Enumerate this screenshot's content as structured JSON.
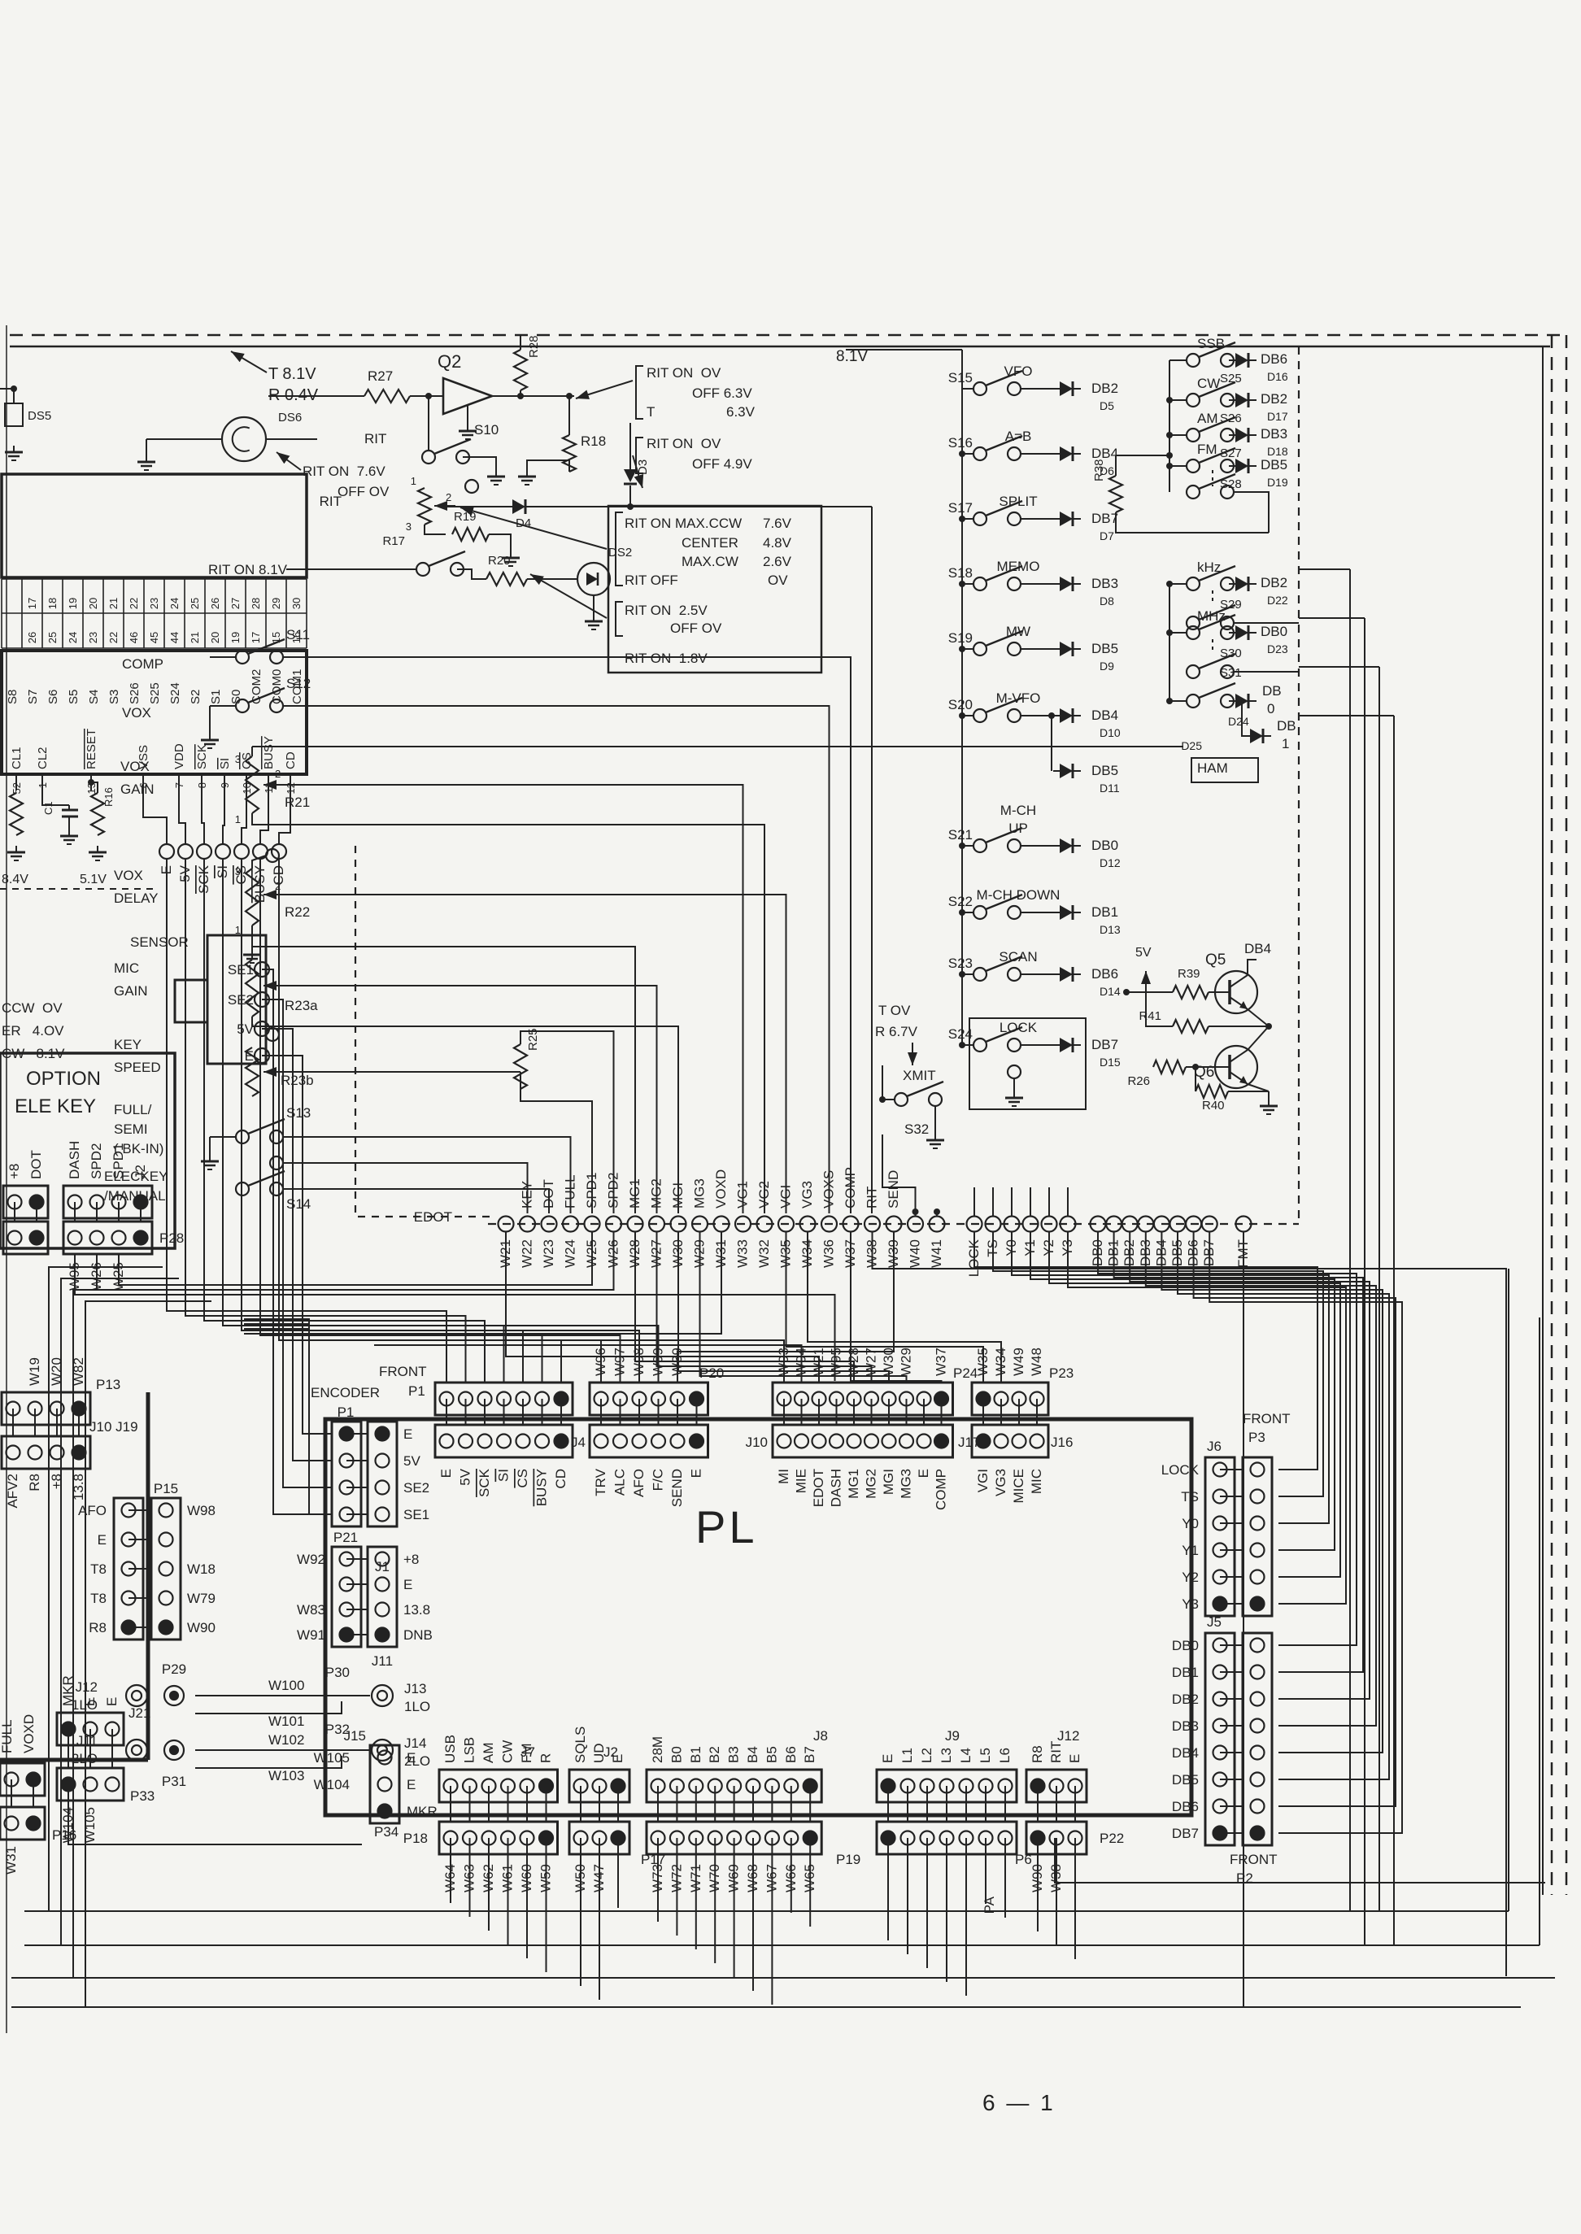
{
  "page": {
    "number": "6 — 1"
  },
  "board": {
    "label": "PL"
  },
  "colors": {
    "ink": "#222222",
    "paper": "#f4f4f1"
  },
  "overlined": [
    "SCK",
    "SI",
    "CS",
    "BUSY",
    "RESET"
  ],
  "annotations": {
    "tr": [
      "T 8.1V",
      "R 0.4V"
    ],
    "v81": "8.1V",
    "rit_on76": [
      "RIT ON  7.6V",
      "OFF OV"
    ],
    "rit_word": "RIT",
    "rit_pot_word": "RIT",
    "blk1": [
      "RIT ON  OV",
      "OFF 6.3V",
      "T",
      "6.3V"
    ],
    "blk2": [
      "RIT ON  OV",
      "OFF 4.9V"
    ],
    "blk3": [
      "RIT ON MAX.CCW",
      "7.6V",
      "CENTER",
      "4.8V",
      "MAX.CW",
      "2.6V",
      "RIT OFF",
      "OV"
    ],
    "blk4": [
      "RIT ON  2.5V",
      "OFF OV"
    ],
    "rit_on18": "RIT ON  1.8V",
    "rit_on81": "RIT ON 8.1V",
    "xmit_v": [
      "T OV",
      "R 6.7V"
    ],
    "xmit": "XMIT",
    "v5": "5V",
    "v84": "8.4V",
    "v51": "5.1V",
    "pot_scale": [
      "CCW  OV",
      "ER   4.OV",
      "CW   8.1V"
    ],
    "sensor": "SENSOR",
    "option": [
      "OPTION",
      "ELE KEY"
    ],
    "encoder": "ENCODER",
    "edot": "EDOT",
    "pa": "PA"
  },
  "refs": {
    "q2": "Q2",
    "r27": "R27",
    "r28": "R28",
    "s10": "S10",
    "r18": "R18",
    "d3": "D3",
    "r19": "R19",
    "r17": "R17",
    "d4": "D4",
    "r20": "R20",
    "ds2": "DS2",
    "ds5": "DS5",
    "ds6": "DS6",
    "r15": "R15",
    "c1": "C1",
    "r16": "R16",
    "r21": "R21",
    "r22": "R22",
    "r23a": "R23a",
    "r23b": "R23b",
    "r25": "R25",
    "s11": "S11",
    "s12": "S12",
    "s13": "S13",
    "s14": "S14",
    "s32": "S32",
    "r38": "R38",
    "q5": "Q5",
    "r39": "R39",
    "r41": "R41",
    "q6": "Q6",
    "r26": "R26",
    "r40": "R40"
  },
  "control_labels": {
    "comp": "COMP",
    "vox": "VOX",
    "vox_gain": [
      "VOX",
      "GAIN"
    ],
    "vox_delay": [
      "VOX",
      "DELAY"
    ],
    "mic_gain": [
      "MIC",
      "GAIN"
    ],
    "key_speed": [
      "KEY",
      "SPEED"
    ],
    "full_semi": [
      "FULL/",
      "SEMI",
      "( BK-IN)"
    ],
    "eleckey": [
      "ELECKEY",
      "/MANUAL"
    ],
    "pot_pins": [
      "1",
      "2",
      "3"
    ]
  },
  "bank_a": [
    {
      "label": [
        "VFO"
      ],
      "s": "S15",
      "out": [
        [
          "DB2",
          "D5"
        ]
      ]
    },
    {
      "label": [
        "A=B"
      ],
      "s": "S16",
      "out": [
        [
          "DB4",
          "D6"
        ]
      ]
    },
    {
      "label": [
        "SPLIT"
      ],
      "s": "S17",
      "out": [
        [
          "DB7",
          "D7"
        ]
      ]
    },
    {
      "label": [
        "MEMO"
      ],
      "s": "S18",
      "out": [
        [
          "DB3",
          "D8"
        ]
      ]
    },
    {
      "label": [
        "MW"
      ],
      "s": "S19",
      "out": [
        [
          "DB5",
          "D9"
        ]
      ]
    },
    {
      "label": [
        "M-VFO"
      ],
      "s": "S20",
      "out": [
        [
          "DB4",
          "D10"
        ],
        [
          "DB5",
          "D11"
        ]
      ]
    },
    {
      "label": [
        "M-CH",
        "UP"
      ],
      "s": "S21",
      "out": [
        [
          "DB0",
          "D12"
        ]
      ]
    },
    {
      "label": [
        "M-CH DOWN"
      ],
      "s": "S22",
      "out": [
        [
          "DB1",
          "D13"
        ]
      ]
    },
    {
      "label": [
        "SCAN"
      ],
      "s": "S23",
      "out": [
        [
          "DB6",
          "D14"
        ]
      ]
    },
    {
      "label": [
        "LOCK"
      ],
      "s": "S24",
      "out": [
        [
          "DB7",
          "D15"
        ]
      ]
    }
  ],
  "bank_b": [
    {
      "label": "SSB",
      "s": "S25",
      "db": "DB6",
      "d": "D16"
    },
    {
      "label": "CW",
      "s": "S26",
      "db": "DB2",
      "d": "D17"
    },
    {
      "label": "AM",
      "s": "S27",
      "db": "DB3",
      "d": "D18"
    },
    {
      "label": "FM",
      "s": "S28",
      "db": "DB5",
      "d": "D19"
    }
  ],
  "bank_c": [
    {
      "label": "kHz",
      "s": "S29",
      "db": "DB2",
      "d": "D22"
    },
    {
      "label": "MHz",
      "s": "S30",
      "db": "DB0",
      "d": "D23"
    }
  ],
  "ham": {
    "label": "HAM",
    "s": "S31",
    "out": [
      [
        "DB",
        "0",
        "D24"
      ],
      [
        "DB",
        "1",
        "D25"
      ]
    ],
    "db4": "DB4"
  },
  "bus_left": {
    "signals": [
      "EDOT",
      "KEY",
      "DOT",
      "FULL",
      "SPD1",
      "SPD2",
      "MG1",
      "MG2",
      "MGI",
      "MG3",
      "VOXD",
      "VG1",
      "VG2",
      "VGI",
      "VG3",
      "VOXS",
      "COMP",
      "RIT",
      "SEND"
    ],
    "wires": [
      "W21",
      "W22",
      "W23",
      "W24",
      "W25",
      "W26",
      "W28",
      "W27",
      "W30",
      "W29",
      "W31",
      "W33",
      "W32",
      "W35",
      "W34",
      "W36",
      "W37",
      "W38",
      "W39",
      "W40",
      "W41"
    ]
  },
  "bus_right": {
    "signals": [
      "LOCK",
      "TS",
      "Y0",
      "Y1",
      "Y2",
      "Y3"
    ],
    "db": [
      "DB0",
      "DB1",
      "DB2",
      "DB3",
      "DB4",
      "DB5",
      "DB6",
      "DB7"
    ],
    "fmt": "FMT"
  },
  "ic": {
    "row1": [
      "",
      "17",
      "18",
      "19",
      "20",
      "21",
      "22",
      "23",
      "24",
      "25",
      "26",
      "27",
      "28",
      "29",
      "30"
    ],
    "row2": [
      "",
      "26",
      "25",
      "24",
      "23",
      "22",
      "46",
      "45",
      "44",
      "21",
      "20",
      "19",
      "17",
      "15",
      "16"
    ],
    "signals": [
      "S8",
      "S7",
      "S6",
      "S5",
      "S4",
      "S3",
      "S26",
      "S25",
      "S24",
      "S2",
      "S1",
      "S0",
      "COM2",
      "COM0",
      "COM1"
    ],
    "bottom": [
      "CL1",
      "CL2",
      "RESET",
      "VSS",
      "VDD",
      "SCK",
      "SI",
      "CS",
      "BUSY",
      "CD"
    ],
    "numbers": [
      "52",
      "1",
      "13",
      "6",
      "7",
      "8",
      "9",
      "10",
      "11",
      "12"
    ]
  },
  "main_bus": [
    "E",
    "5V",
    "SCK",
    "SI",
    "CS",
    "BUSY",
    "CD"
  ],
  "sensor_pins": [
    "SE1",
    "SE2",
    "5V",
    "E"
  ],
  "option_conn": {
    "c1": [
      "+8",
      "DOT"
    ],
    "c2": [
      "DASH",
      "SPD2",
      "SPD1",
      "J2"
    ],
    "plug": "P28",
    "wires": [
      "W95",
      "W26",
      "W25"
    ]
  },
  "connectors": {
    "front_p1": {
      "title": [
        "FRONT",
        "P1"
      ],
      "jack": "J4",
      "signals": [
        "E",
        "5V",
        "SCK",
        "SI",
        "CS",
        "BUSY",
        "CD"
      ]
    },
    "p20": {
      "plug": "P20",
      "wires": [
        "W96",
        "W97",
        "W98",
        "W99",
        "W39"
      ],
      "signals": [
        "TRV",
        "ALC",
        "AFO",
        "F/C",
        "SEND",
        "E"
      ]
    },
    "p24": {
      "plug": "P24",
      "jackL": "J10",
      "jackR": "J17",
      "wires": [
        "W93",
        "W94",
        "W21",
        "W95",
        "W28",
        "W27",
        "W30",
        "W29",
        "",
        "W37"
      ],
      "signals": [
        "MI",
        "MIE",
        "EDOT",
        "DASH",
        "MG1",
        "MG2",
        "MGI",
        "MG3",
        "E",
        "COMP"
      ]
    },
    "p23": {
      "plug": "P23",
      "jack": "J16",
      "wires": [
        "W35",
        "W34",
        "W49",
        "W48"
      ],
      "signals": [
        "VGI",
        "VG3",
        "MICE",
        "MIC"
      ]
    },
    "enc": {
      "plug": "P1",
      "jack": "J1",
      "signals": [
        "E",
        "5V",
        "SE2",
        "SE1"
      ]
    },
    "p21": {
      "plug": "P21",
      "jack": "J11",
      "signals": [
        "+8",
        "E",
        "13.8",
        "DNB"
      ],
      "wires": [
        "W92",
        "",
        "W83",
        "W91"
      ]
    },
    "p30": {
      "plug": "P30",
      "jack": [
        "J13",
        "1LO"
      ],
      "wires": [
        "W100",
        "W101"
      ]
    },
    "p32": {
      "plug": "P32",
      "jack": [
        "J14",
        "2LO"
      ],
      "wires": [
        "W102",
        "W103"
      ]
    },
    "j15": {
      "jack": "J15",
      "plug": "P34",
      "signals": [
        "E",
        "E",
        "MKR"
      ],
      "wires": [
        "W105",
        "W104"
      ]
    },
    "p13": {
      "plug": "P13",
      "wires": [
        "W19",
        "W20",
        "W82"
      ]
    },
    "j10l": {
      "jack": "J10 J19",
      "cols": [
        "AFV2",
        "R8",
        "+8",
        "13.8"
      ]
    },
    "j19": {
      "jack": "J19",
      "plug": "P15",
      "signals": [
        "AFO",
        "E",
        "T8",
        "T8",
        "R8"
      ],
      "wires": [
        "W98",
        "",
        "W18",
        "W79",
        "W90"
      ]
    },
    "j12l": {
      "jack": [
        "J12",
        "1LO"
      ],
      "plug": "P29"
    },
    "j11l": {
      "jack": [
        "J11",
        "2LO"
      ],
      "plug": "P31"
    },
    "j21": {
      "jack": "J21",
      "labels": [
        "MKR",
        "E",
        "E"
      ],
      "plug": "P33",
      "wires": [
        "W104",
        "W105"
      ]
    },
    "p16": {
      "plug": "P16",
      "signals": [
        "FULL",
        "VOXD"
      ],
      "wire": "W31"
    },
    "j7": {
      "jack": "J7",
      "plug": "P18",
      "signals": [
        "USB",
        "LSB",
        "AM",
        "CW",
        "FM",
        "R"
      ],
      "wires": [
        "W64",
        "W63",
        "W62",
        "W61",
        "W60",
        "W59"
      ]
    },
    "j2": {
      "jack": "J2",
      "plug": "P17",
      "signals": [
        "SQLS",
        "UD",
        "E"
      ],
      "wires": [
        "W50",
        "W47",
        ""
      ]
    },
    "j8": {
      "jack": "J8",
      "plug": "P19",
      "signals": [
        "28M",
        "B0",
        "B1",
        "B2",
        "B3",
        "B4",
        "B5",
        "B6",
        "B7"
      ],
      "wires": [
        "W73",
        "W72",
        "W71",
        "W70",
        "W69",
        "W68",
        "W67",
        "W66",
        "W65"
      ]
    },
    "j9": {
      "jack": "J9",
      "plug": "P6",
      "signals": [
        "E",
        "L1",
        "L2",
        "L3",
        "L4",
        "L5",
        "L6"
      ]
    },
    "j12b": {
      "jack": "J12",
      "plug": "P22",
      "signals": [
        "R8",
        "RIT",
        "E"
      ],
      "wires": [
        "W90",
        "W38",
        ""
      ]
    },
    "j6": {
      "jack": "J6",
      "title": [
        "FRONT",
        "P3"
      ],
      "signals": [
        "LOCK",
        "TS",
        "Y0",
        "Y1",
        "Y2",
        "Y3"
      ]
    },
    "j5": {
      "jack": "J5",
      "title": [
        "FRONT",
        "P2"
      ],
      "signals": [
        "DB0",
        "DB1",
        "DB2",
        "DB3",
        "DB4",
        "DB5",
        "DB6",
        "DB7"
      ]
    }
  }
}
